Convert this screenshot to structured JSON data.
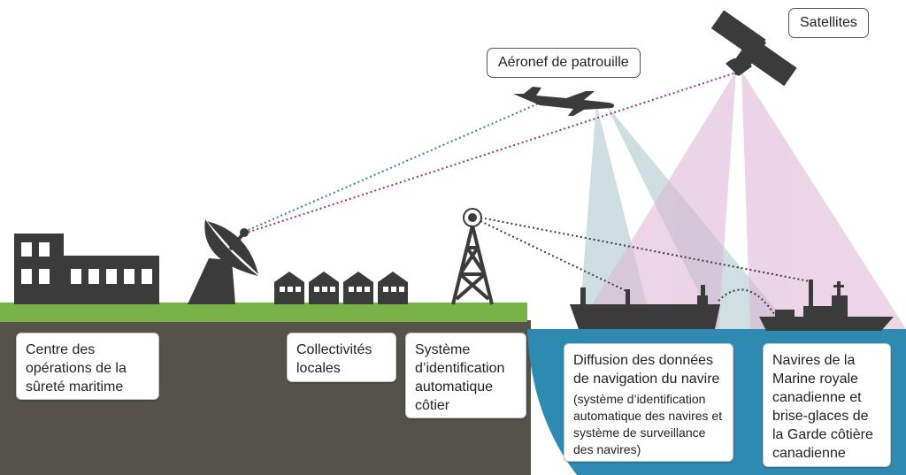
{
  "labels": {
    "satellites": "Satellites",
    "aircraft": "Aéronef de patrouille",
    "msoc": "Centre des opérations de la sûreté maritime",
    "communities": "Collectivités locales",
    "ais_coastal": "Système d’identification automatique côtier",
    "nav_data_title": "Diffusion des données de navigation du navire",
    "nav_data_detail": "(système d’identification automatique des navires et système de surveillance des navires)",
    "navy": "Navires de la Marine royale canadienne et brise-glaces de la Garde côtière canadienne"
  },
  "colors": {
    "ground": "#55524a",
    "grass": "#77b346",
    "water": "#2f8ab2",
    "icon": "#3b3b3b",
    "link_aircraft": "#2e8a8c",
    "link_satellite": "#a0307f",
    "beam_aircraft": "#a9c6c9",
    "beam_satellite": "#dcb2d4"
  }
}
